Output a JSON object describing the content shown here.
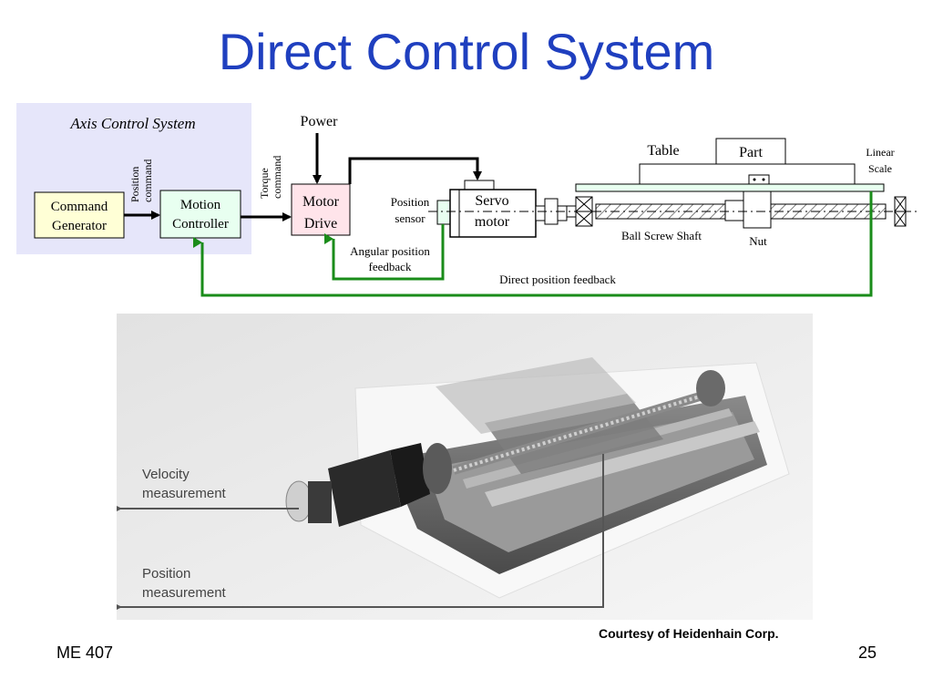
{
  "slide": {
    "title": "Direct Control System",
    "footer_left": "ME 407",
    "page_number": "25",
    "courtesy": "Courtesy of Heidenhain Corp."
  },
  "diagram": {
    "axis_control_system": "Axis Control System",
    "power": "Power",
    "position_command_1": "Position",
    "position_command_2": "command",
    "torque_command_1": "Torque",
    "torque_command_2": "command",
    "command_generator_1": "Command",
    "command_generator_2": "Generator",
    "motion_controller_1": "Motion",
    "motion_controller_2": "Controller",
    "motor_drive_1": "Motor",
    "motor_drive_2": "Drive",
    "position_sensor_1": "Position",
    "position_sensor_2": "sensor",
    "servo_motor_1": "Servo",
    "servo_motor_2": "motor",
    "angular_feedback_1": "Angular position",
    "angular_feedback_2": "feedback",
    "direct_feedback": "Direct position feedback",
    "table": "Table",
    "part": "Part",
    "linear_scale_1": "Linear",
    "linear_scale_2": "Scale",
    "ball_screw_shaft": "Ball Screw Shaft",
    "nut": "Nut"
  },
  "photo": {
    "velocity_1": "Velocity",
    "velocity_2": "measurement",
    "position_1": "Position",
    "position_2": "measurement"
  },
  "colors": {
    "title": "#1f3fbf",
    "axis_panel": "#e6e6fa",
    "feedback_green": "#1a8c1a",
    "generator_fill": "#ffffd6",
    "controller_fill": "#e8fff0",
    "drive_fill": "#ffe4ea"
  }
}
